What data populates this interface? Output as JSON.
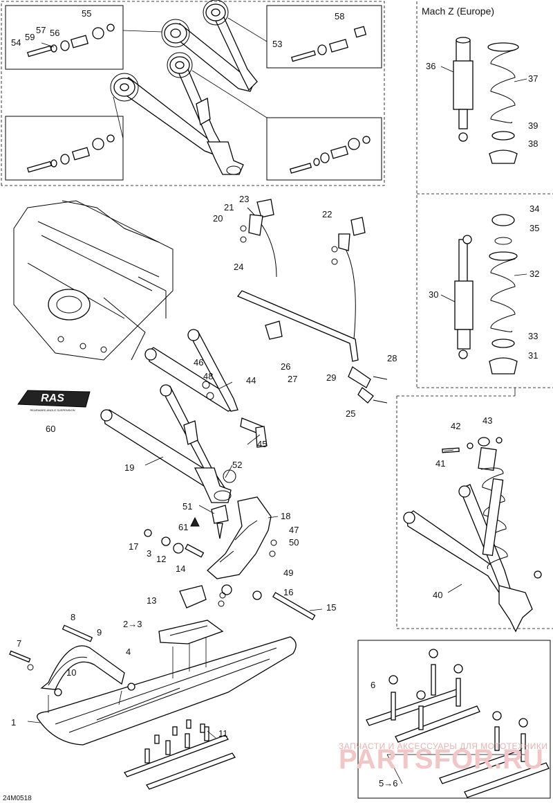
{
  "diagram": {
    "inset_title": "Mach Z (Europe)",
    "drawing_code": "24M0518",
    "logo_text": "RAS",
    "logo_subtitle": "REARWARD ANGLE SUSPENSION",
    "watermark_line1": "ЗАПЧАСТИ И АКСЕССУАРЫ ДЛЯ МОТОТЕХНИКИ",
    "watermark_line2": "PARTSFOR.RU",
    "callouts": [
      "1",
      "2→3",
      "3",
      "4",
      "5→6",
      "6",
      "7",
      "8",
      "9",
      "10",
      "11",
      "12",
      "13",
      "14",
      "15",
      "16",
      "17",
      "18",
      "19",
      "20",
      "21",
      "22",
      "23",
      "24",
      "25",
      "26",
      "27",
      "28",
      "29",
      "30",
      "31",
      "32",
      "33",
      "34",
      "35",
      "36",
      "37",
      "38",
      "39",
      "40",
      "41",
      "42",
      "43",
      "44",
      "45",
      "46",
      "47",
      "48",
      "49",
      "50",
      "51",
      "52",
      "53",
      "54",
      "55",
      "56",
      "57",
      "58",
      "59",
      "60",
      "61"
    ]
  }
}
